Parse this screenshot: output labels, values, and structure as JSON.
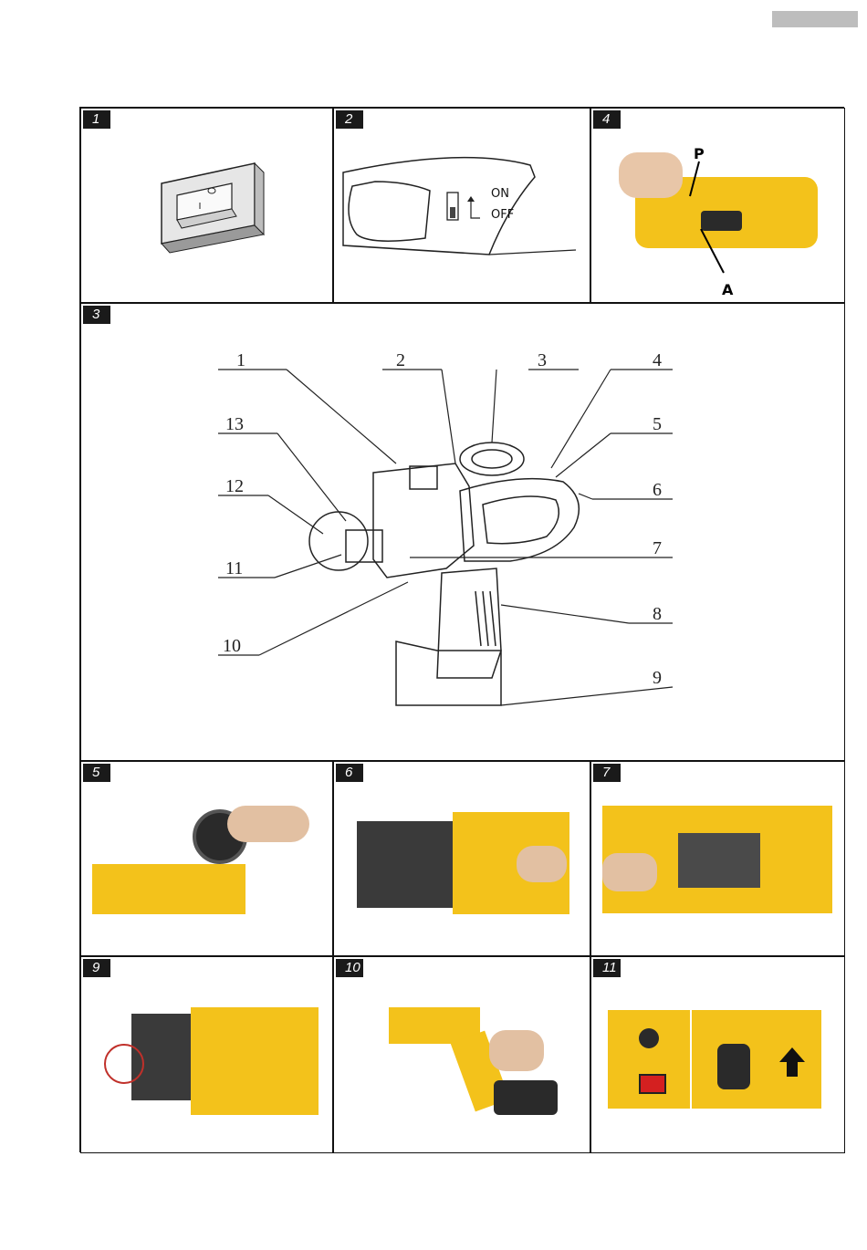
{
  "panels": [
    {
      "number": "1"
    },
    {
      "number": "2",
      "switch_on": "ON",
      "switch_off": "OFF"
    },
    {
      "number": "4",
      "label_p": "P",
      "label_a": "A"
    },
    {
      "number": "3",
      "callouts": [
        "1",
        "2",
        "3",
        "4",
        "5",
        "6",
        "7",
        "8",
        "9",
        "10",
        "11",
        "12",
        "13"
      ]
    },
    {
      "number": "5"
    },
    {
      "number": "6"
    },
    {
      "number": "7"
    },
    {
      "number": "9"
    },
    {
      "number": "10"
    },
    {
      "number": "11"
    }
  ],
  "colors": {
    "tool_yellow": "#f3c21b",
    "tool_dark": "#2a2a2a",
    "arrow_bg": "#f3c21b",
    "switch_red": "#d42020"
  }
}
